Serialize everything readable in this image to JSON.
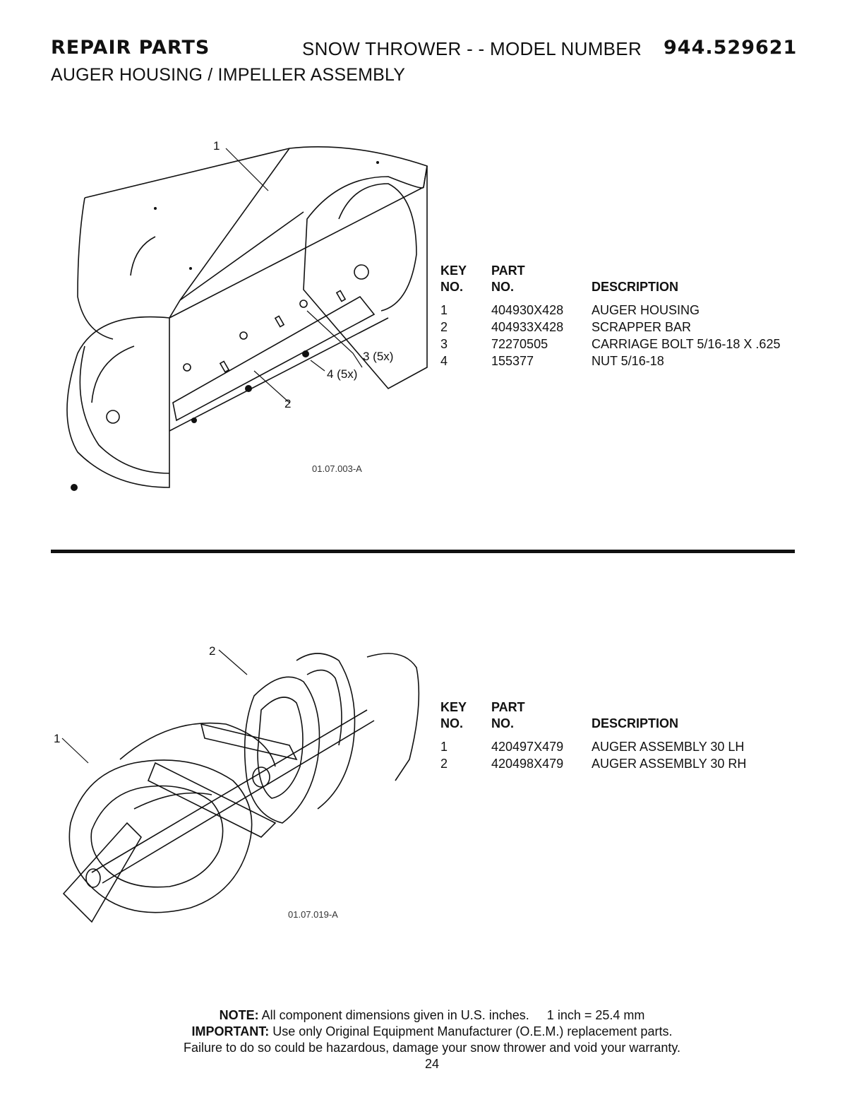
{
  "header": {
    "section": "REPAIR PARTS",
    "model_label": "SNOW THROWER - - MODEL NUMBER",
    "model_number": "944.529621",
    "subtitle": "AUGER HOUSING / IMPELLER ASSEMBLY"
  },
  "diagram1": {
    "figure_ref": "01.07.003-A",
    "callouts": [
      "1",
      "2",
      "3 (5x)",
      "4 (5x)"
    ]
  },
  "table1": {
    "headers": {
      "key_line1": "KEY",
      "key_line2": "NO.",
      "part_line1": "PART",
      "part_line2": "NO.",
      "description": "DESCRIPTION"
    },
    "rows": [
      {
        "key": "1",
        "part": "404930X428",
        "description": "AUGER HOUSING"
      },
      {
        "key": "2",
        "part": "404933X428",
        "description": "SCRAPPER BAR"
      },
      {
        "key": "3",
        "part": "72270505",
        "description": "CARRIAGE BOLT 5/16-18 X .625"
      },
      {
        "key": "4",
        "part": "155377",
        "description": "NUT 5/16-18"
      }
    ]
  },
  "diagram2": {
    "figure_ref": "01.07.019-A",
    "callouts": [
      "2",
      "1"
    ]
  },
  "table2": {
    "headers": {
      "key_line1": "KEY",
      "key_line2": "NO.",
      "part_line1": "PART",
      "part_line2": "NO.",
      "description": "DESCRIPTION"
    },
    "rows": [
      {
        "key": "1",
        "part": "420497X479",
        "description": "AUGER ASSEMBLY 30 LH"
      },
      {
        "key": "2",
        "part": "420498X479",
        "description": "AUGER ASSEMBLY 30 RH"
      }
    ]
  },
  "footer": {
    "note_label": "NOTE:",
    "note_text": "All component dimensions given in U.S. inches.     1 inch = 25.4 mm",
    "important_label": "IMPORTANT:",
    "important_text": "Use only Original Equipment Manufacturer (O.E.M.) replacement parts.",
    "warning": "Failure to do so could be hazardous, damage your snow thrower and void your warranty.",
    "page_number": "24"
  }
}
